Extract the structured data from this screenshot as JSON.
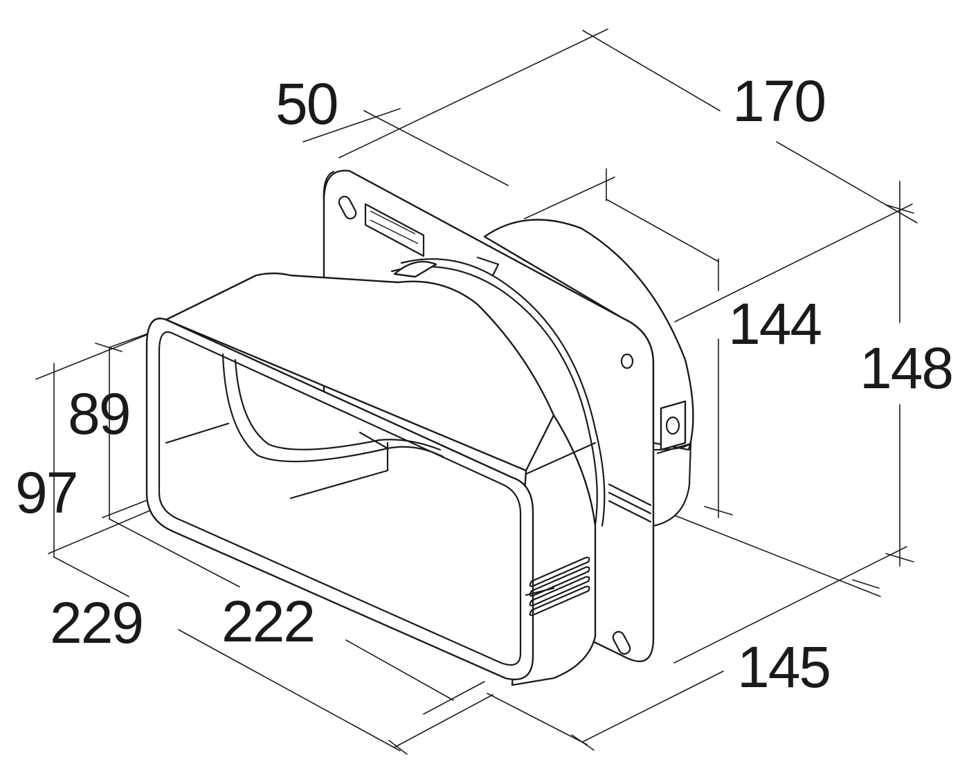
{
  "dimensions": {
    "d50": "50",
    "d170": "170",
    "d144": "144",
    "d148": "148",
    "d89": "89",
    "d97": "97",
    "d229": "229",
    "d222": "222",
    "d145": "145"
  },
  "colors": {
    "line": "#1a1a1a",
    "background": "#ffffff"
  }
}
